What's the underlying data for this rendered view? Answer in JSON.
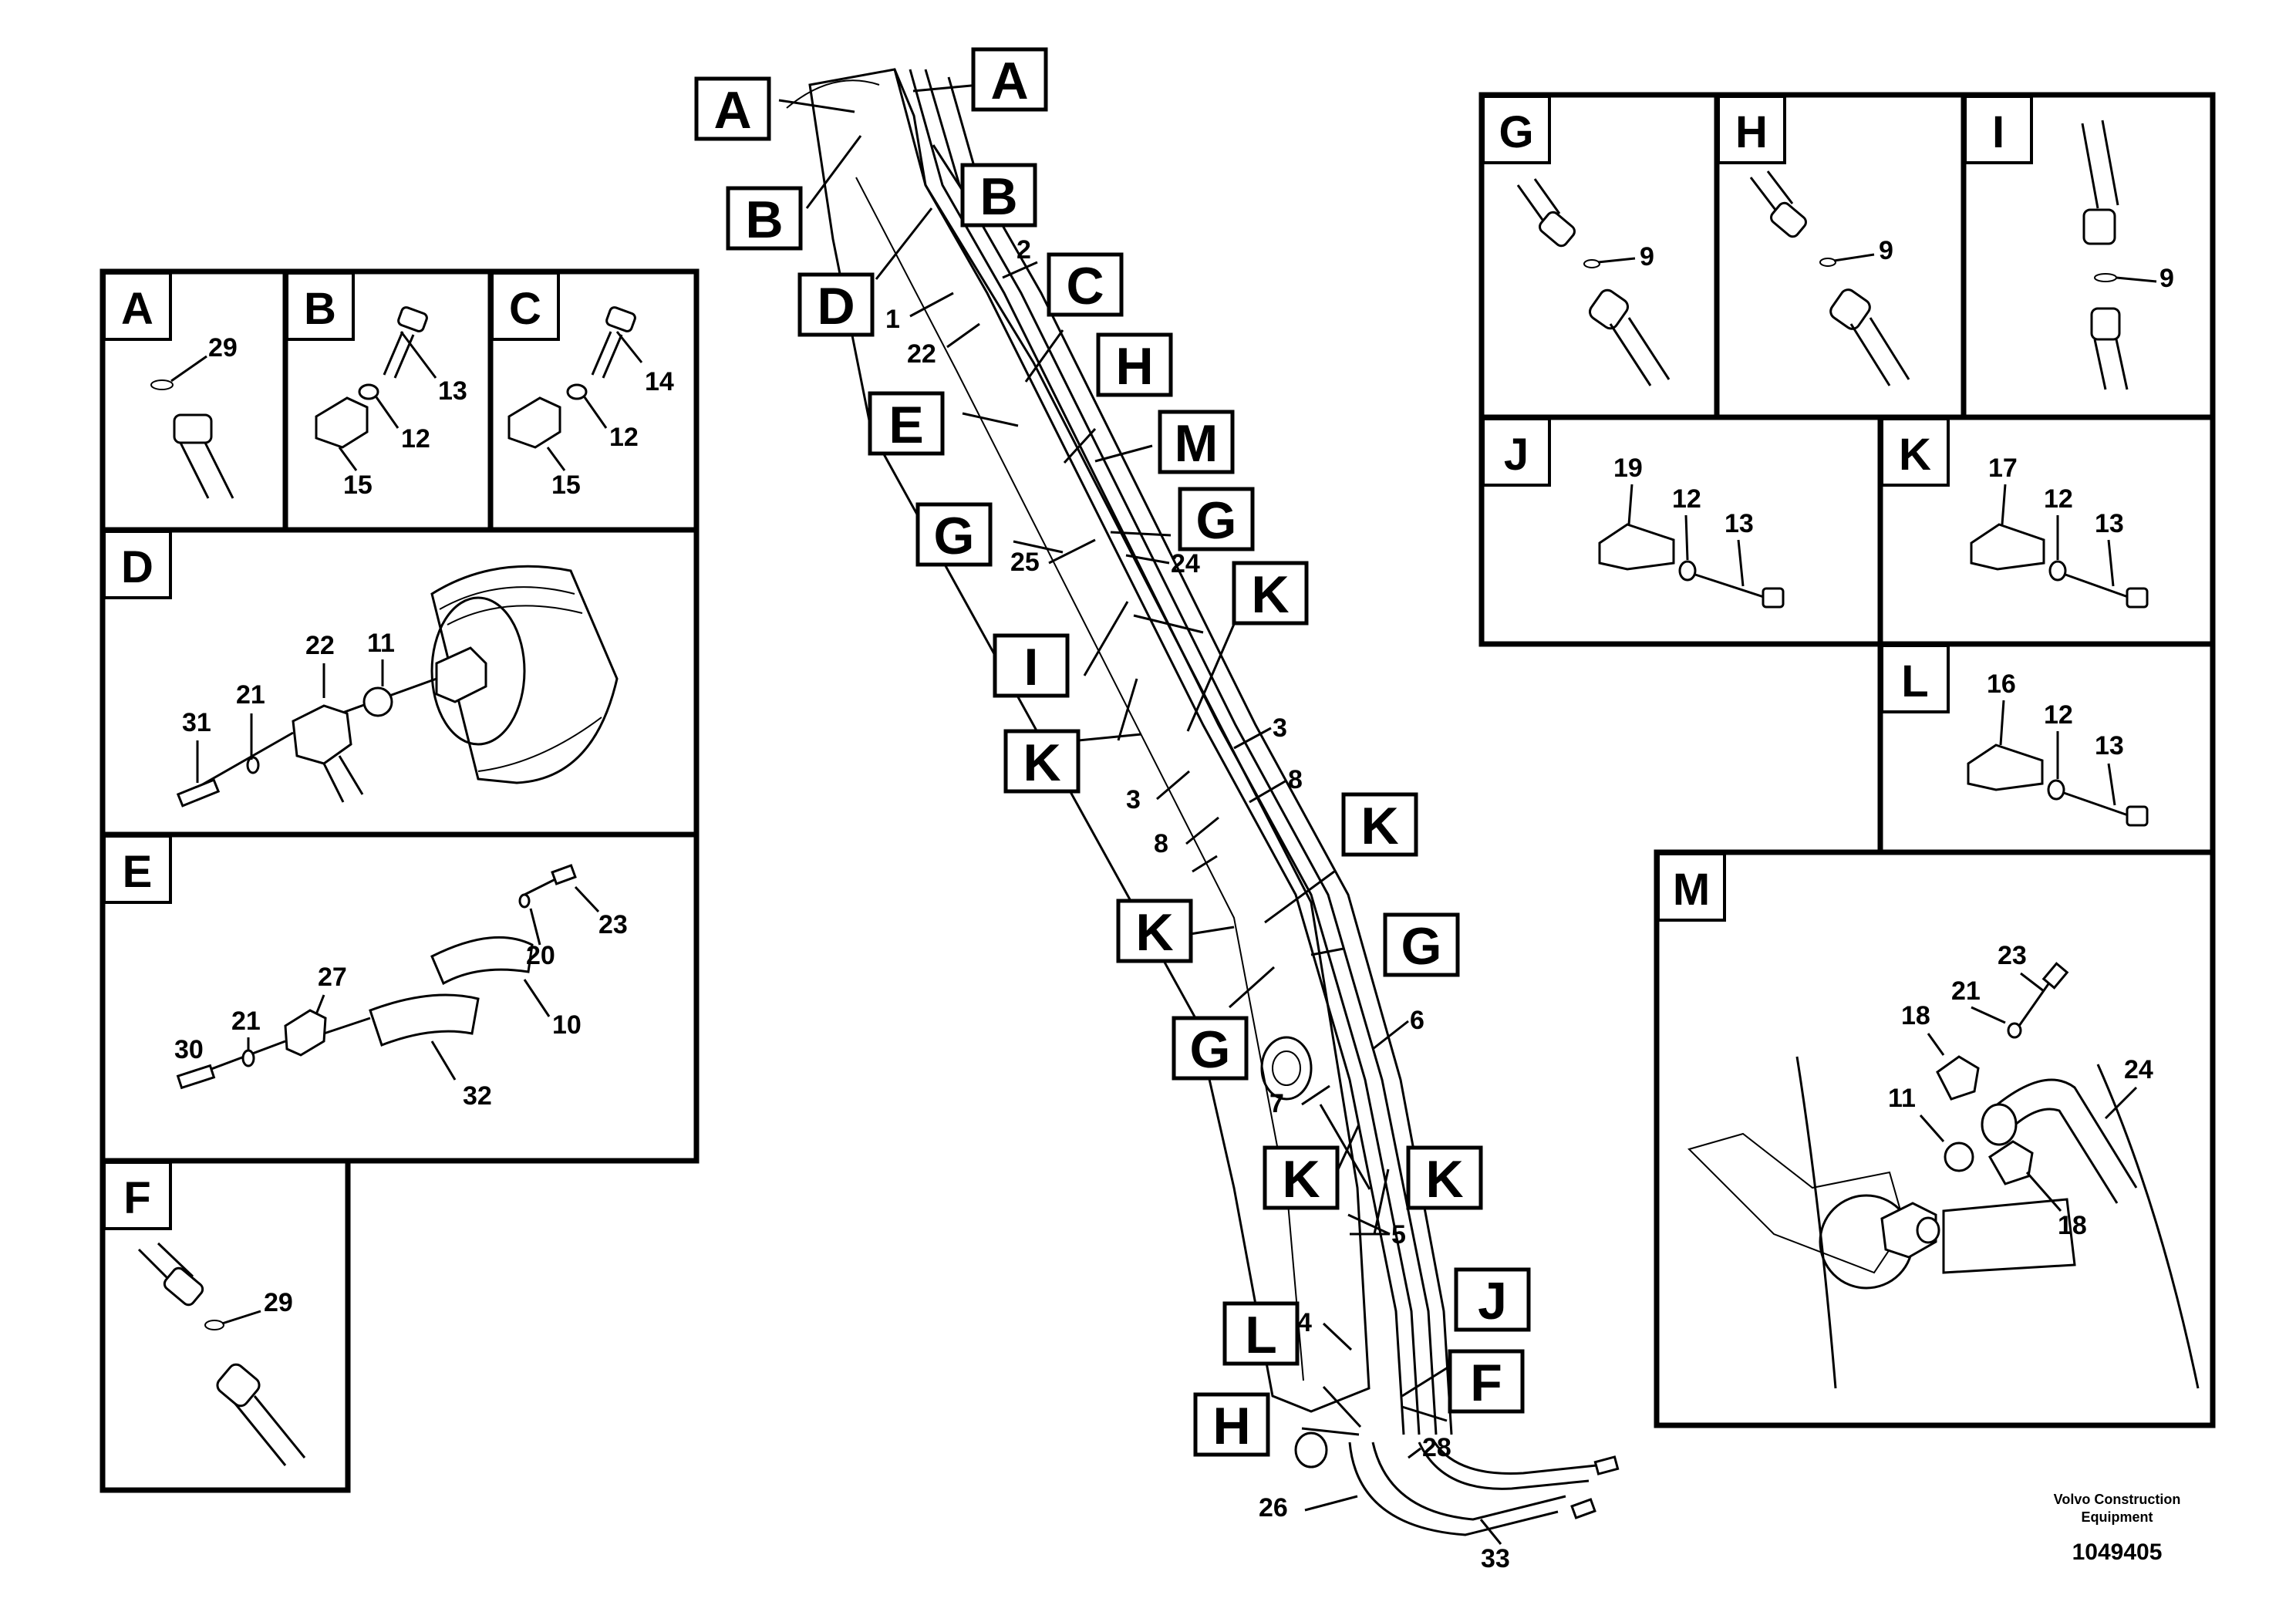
{
  "callouts": {
    "A": "A",
    "B": "B",
    "C": "C",
    "D": "D",
    "E": "E",
    "F": "F",
    "G": "G",
    "H": "H",
    "I": "I",
    "J": "J",
    "K": "K",
    "L": "L",
    "M": "M"
  },
  "parts": {
    "p1": "1",
    "p2": "2",
    "p3": "3",
    "p4": "4",
    "p5": "5",
    "p6": "6",
    "p7": "7",
    "p8": "8",
    "p9": "9",
    "p10": "10",
    "p11": "11",
    "p12": "12",
    "p13": "13",
    "p14": "14",
    "p15": "15",
    "p16": "16",
    "p17": "17",
    "p18": "18",
    "p19": "19",
    "p20": "20",
    "p21": "21",
    "p22": "22",
    "p23": "23",
    "p24": "24",
    "p25": "25",
    "p26": "26",
    "p27": "27",
    "p28": "28",
    "p29": "29",
    "p30": "30",
    "p31": "31",
    "p32": "32",
    "p33": "33"
  },
  "footer": {
    "company_line1": "Volvo Construction",
    "company_line2": "Equipment",
    "doc_number": "1049405"
  }
}
